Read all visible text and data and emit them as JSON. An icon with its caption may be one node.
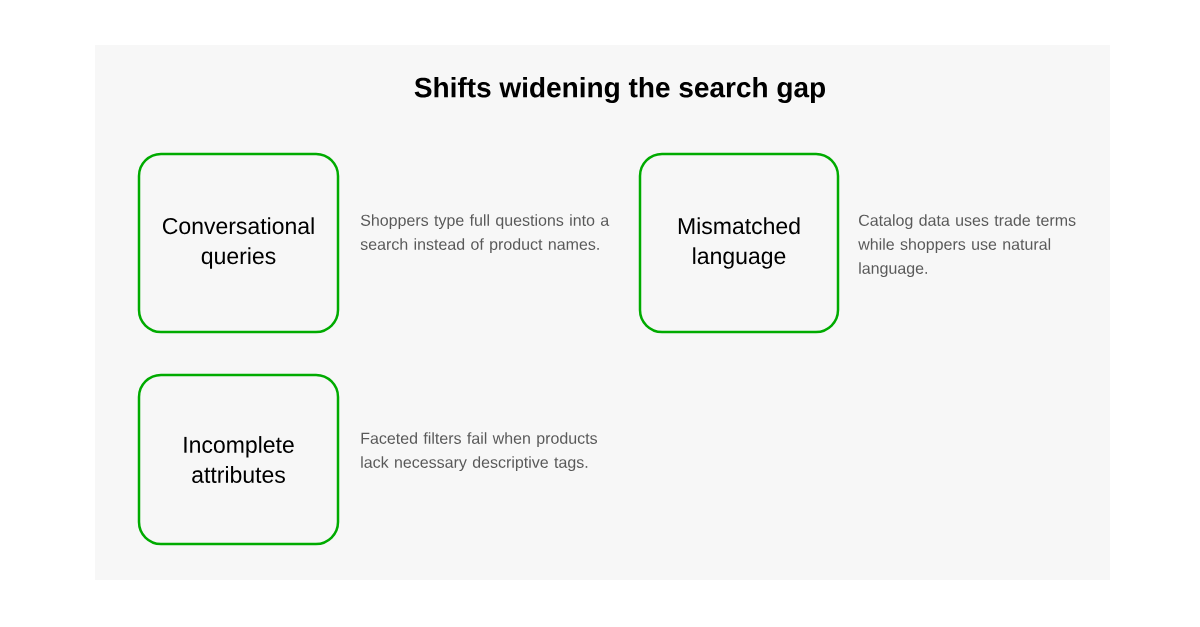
{
  "diagram": {
    "title": "Shifts widening the search gap",
    "nodes": [
      {
        "text": [
          "Conversational queries"
        ],
        "beside": [
          "Shoppers type full questions into a search instead of product names."
        ]
      },
      {
        "text": [
          "Mismatched language"
        ],
        "beside": [
          "Catalog data uses trade terms while shoppers use natural language."
        ]
      },
      {
        "text": [
          "Incomplete attributes"
        ],
        "beside": [
          "Faceted filters fail when products lack necessary descriptive tags."
        ]
      }
    ]
  }
}
